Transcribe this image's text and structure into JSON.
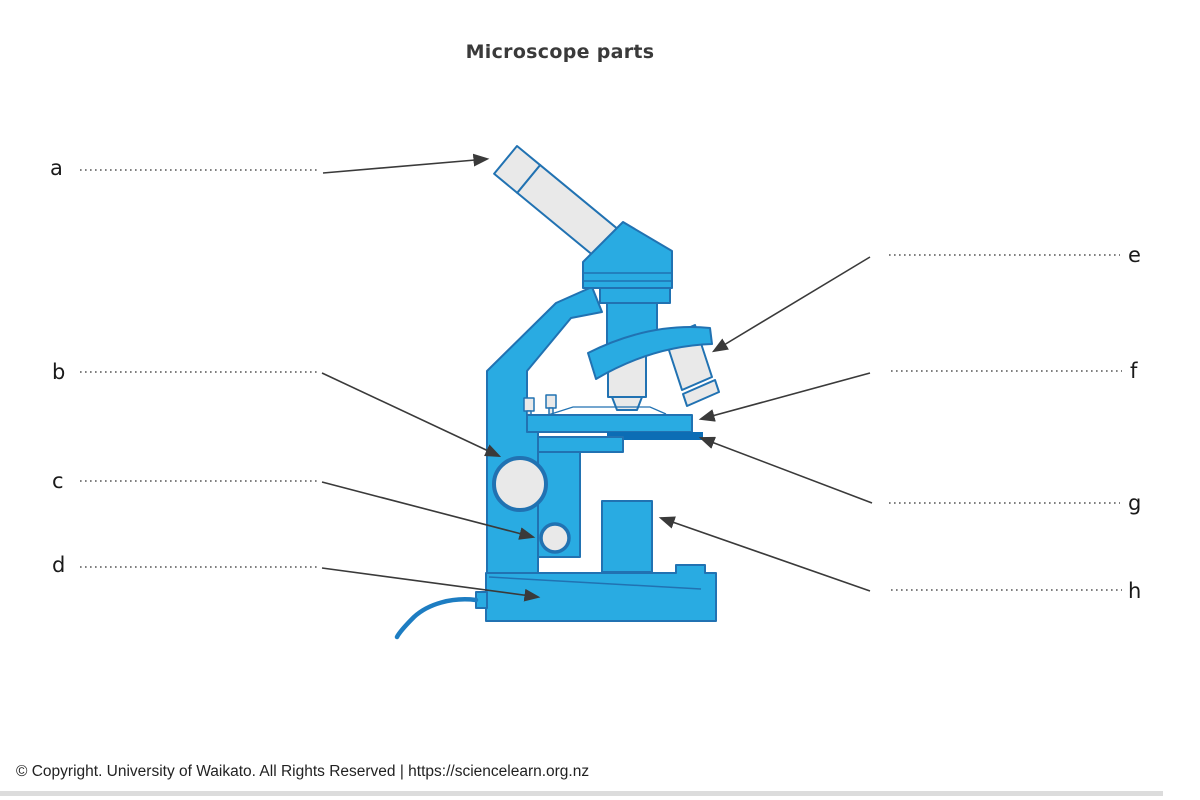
{
  "diagram": {
    "title": "Microscope parts",
    "labels": [
      "a",
      "b",
      "c",
      "d",
      "e",
      "f",
      "g",
      "h"
    ]
  },
  "footer": {
    "copyright": "© Copyright. University of Waikato. All Rights Reserved | https://sciencelearn.org.nz"
  },
  "colors": {
    "microscope_fill": "#29ABE2",
    "microscope_stroke": "#2172B2",
    "part_gray_fill": "#E9E9E9",
    "stage_underside_fill": "#0C6DB5",
    "cord_stroke": "#1D7DC2",
    "annotation_line": "#3A3A3A",
    "dotted_line": "#555555",
    "text_color": "#1A1A1A",
    "title_color": "#3A3A3A",
    "footer_divider": "#DCDCDC"
  }
}
